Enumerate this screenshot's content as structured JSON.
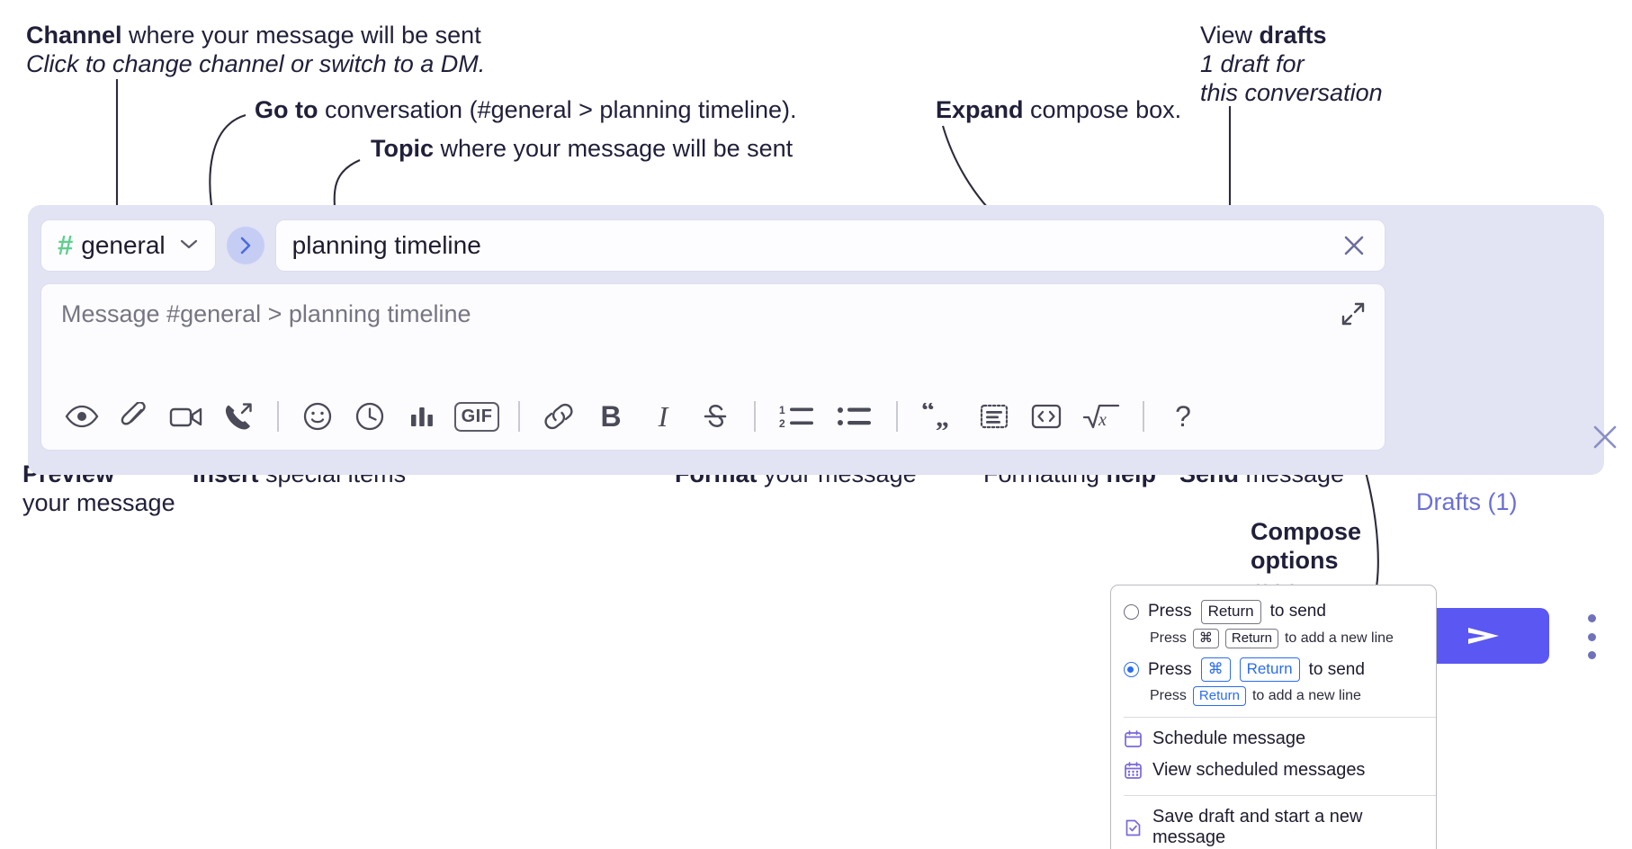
{
  "annotations": {
    "channel": {
      "bold": "Channel",
      "rest": " where your message will be sent",
      "italic": "Click to change channel or switch to a DM."
    },
    "goto": {
      "bold": "Go to",
      "rest": " conversation (#general > planning timeline)."
    },
    "topic": {
      "bold": "Topic",
      "rest": " where your message will be sent"
    },
    "expand": {
      "bold": "Expand",
      "rest": " compose box."
    },
    "drafts": {
      "lead": "View ",
      "bold": "drafts",
      "italic_1": "1 draft for",
      "italic_2": "this conversation"
    },
    "preview": {
      "bold": "Preview",
      "rest": "your message"
    },
    "insert": {
      "bold": "Insert",
      "rest": " special items"
    },
    "format": {
      "bold": "Format",
      "rest": " your message"
    },
    "help": {
      "lead": "Formatting ",
      "bold": "help"
    },
    "send": {
      "bold": "Send",
      "rest": " message"
    },
    "compose_options": {
      "bold_1": "Compose",
      "bold_2": "options",
      "rest": "menu"
    }
  },
  "compose": {
    "channel_chip": {
      "hash": "#",
      "name": "general",
      "chevron": "chevron-down"
    },
    "goto_button_label": "go-to-conversation",
    "topic_value": "planning timeline",
    "topic_clear_label": "clear-topic",
    "message_placeholder": "Message #general > planning timeline",
    "expand_label": "expand-compose-box",
    "drafts_label": "Drafts (1)",
    "close_label": "close-compose",
    "send_label": "send-message",
    "compose_options_label": "compose-options",
    "toolbar": [
      {
        "name": "preview-icon",
        "kind": "eye",
        "label": "Preview"
      },
      {
        "name": "attachment-icon",
        "kind": "paperclip",
        "label": "Attach file"
      },
      {
        "name": "video-clip-icon",
        "kind": "video",
        "label": "Record video clip"
      },
      {
        "name": "audio-clip-icon",
        "kind": "phone-forward",
        "label": "Record audio clip"
      },
      {
        "name": "divider",
        "kind": "sep",
        "label": ""
      },
      {
        "name": "emoji-icon",
        "kind": "smiley",
        "label": "Emoji"
      },
      {
        "name": "reminder-icon",
        "kind": "clock",
        "label": "Reminder"
      },
      {
        "name": "poll-icon",
        "kind": "bars",
        "label": "Poll"
      },
      {
        "name": "gif-icon",
        "kind": "gif",
        "label": "GIF"
      },
      {
        "name": "divider",
        "kind": "sep",
        "label": ""
      },
      {
        "name": "link-icon",
        "kind": "link",
        "label": "Link"
      },
      {
        "name": "bold-icon",
        "kind": "bold",
        "label": "B"
      },
      {
        "name": "italic-icon",
        "kind": "italic",
        "label": "I"
      },
      {
        "name": "strikethrough-icon",
        "kind": "strike",
        "label": "Strikethrough"
      },
      {
        "name": "divider",
        "kind": "sep",
        "label": ""
      },
      {
        "name": "ordered-list-icon",
        "kind": "ol",
        "label": "Ordered list"
      },
      {
        "name": "bulleted-list-icon",
        "kind": "ul",
        "label": "Bulleted list"
      },
      {
        "name": "divider",
        "kind": "sep",
        "label": ""
      },
      {
        "name": "blockquote-icon",
        "kind": "quote",
        "label": "Blockquote"
      },
      {
        "name": "code-block-icon",
        "kind": "codeblock",
        "label": "Code block"
      },
      {
        "name": "inline-code-icon",
        "kind": "code",
        "label": "Code"
      },
      {
        "name": "math-icon",
        "kind": "math",
        "label": "Math"
      },
      {
        "name": "divider",
        "kind": "sep",
        "label": ""
      },
      {
        "name": "formatting-help-icon",
        "kind": "help",
        "label": "?"
      }
    ]
  },
  "popup": {
    "option_1": {
      "press": "Press",
      "key": "Return",
      "tail": "to send",
      "selected": false
    },
    "option_1_sub": {
      "press": "Press",
      "key1": "⌘",
      "key2": "Return",
      "tail": "to add a new line"
    },
    "option_2": {
      "press": "Press",
      "key1": "⌘",
      "key2": "Return",
      "tail": "to send",
      "selected": true
    },
    "option_2_sub": {
      "press": "Press",
      "key": "Return",
      "tail": "to add a new line"
    },
    "menu_items": [
      {
        "icon": "calendar-icon",
        "label": "Schedule message"
      },
      {
        "icon": "calendar-grid-icon",
        "label": "View scheduled messages"
      },
      {
        "icon": "save-draft-icon",
        "label": "Save draft and start a new message"
      }
    ]
  },
  "colors": {
    "compose_bg": "#e2e3f3",
    "send_button": "#5b57f2",
    "channel_hash": "#5fcf8e",
    "goto_circle": "#c6cdf5",
    "drafts_text": "#6b6fd4",
    "radio_selected": "#2b6cf2",
    "menu_icon": "#7b68d9"
  }
}
